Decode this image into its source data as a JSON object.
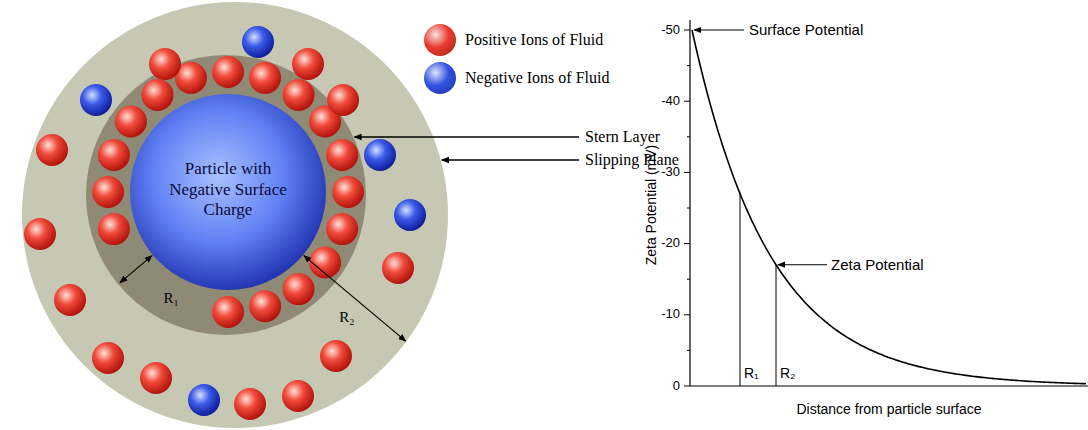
{
  "diagram": {
    "nodes": [
      {
        "text": [
          "Particle with Negative Surface Charge"
        ]
      }
    ],
    "labels": [
      "Stern Layer",
      "Slipping Plane",
      "R₁",
      "R₂",
      "Surface Potential",
      "Zeta Potential",
      "-50",
      "-40",
      "-30",
      "-20",
      "-10",
      "0",
      "R₁",
      "R₂",
      "Zeta Potential (mV)",
      "Distance from particle surface"
    ],
    "legend": [
      {
        "text": "Positive Ions of Fluid",
        "color": "#e8382c"
      },
      {
        "text": "Negative Ions of Fluid",
        "color": "#2f4fe0"
      }
    ]
  }
}
